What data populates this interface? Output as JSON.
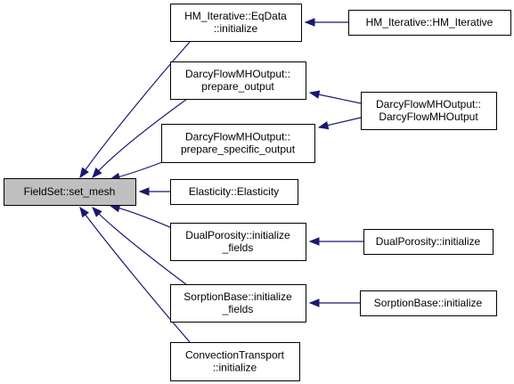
{
  "graph": {
    "nodes": [
      {
        "id": "n0",
        "lines": [
          "FieldSet::set_mesh"
        ],
        "root": true
      },
      {
        "id": "n1",
        "lines": [
          "HM_Iterative::EqData",
          "::initialize"
        ]
      },
      {
        "id": "n2",
        "lines": [
          "HM_Iterative::HM_Iterative"
        ]
      },
      {
        "id": "n3",
        "lines": [
          "DarcyFlowMHOutput::",
          "prepare_output"
        ]
      },
      {
        "id": "n4",
        "lines": [
          "DarcyFlowMHOutput::",
          "DarcyFlowMHOutput"
        ]
      },
      {
        "id": "n5",
        "lines": [
          "DarcyFlowMHOutput::",
          "prepare_specific_output"
        ]
      },
      {
        "id": "n6",
        "lines": [
          "Elasticity::Elasticity"
        ]
      },
      {
        "id": "n7",
        "lines": [
          "DualPorosity::initialize",
          "_fields"
        ]
      },
      {
        "id": "n8",
        "lines": [
          "DualPorosity::initialize"
        ]
      },
      {
        "id": "n9",
        "lines": [
          "SorptionBase::initialize",
          "_fields"
        ]
      },
      {
        "id": "n10",
        "lines": [
          "SorptionBase::initialize"
        ]
      },
      {
        "id": "n11",
        "lines": [
          "ConvectionTransport",
          "::initialize"
        ]
      }
    ],
    "edges": [
      {
        "from": "n1",
        "to": "n0"
      },
      {
        "from": "n2",
        "to": "n1"
      },
      {
        "from": "n3",
        "to": "n0"
      },
      {
        "from": "n4",
        "to": "n3"
      },
      {
        "from": "n4",
        "to": "n5"
      },
      {
        "from": "n5",
        "to": "n0"
      },
      {
        "from": "n6",
        "to": "n0"
      },
      {
        "from": "n7",
        "to": "n0"
      },
      {
        "from": "n8",
        "to": "n7"
      },
      {
        "from": "n9",
        "to": "n0"
      },
      {
        "from": "n10",
        "to": "n9"
      },
      {
        "from": "n11",
        "to": "n0"
      }
    ],
    "colors": {
      "edge": "#191970",
      "root_fill": "#bfbfbf",
      "node_fill": "#ffffff",
      "node_border": "#000000"
    }
  }
}
